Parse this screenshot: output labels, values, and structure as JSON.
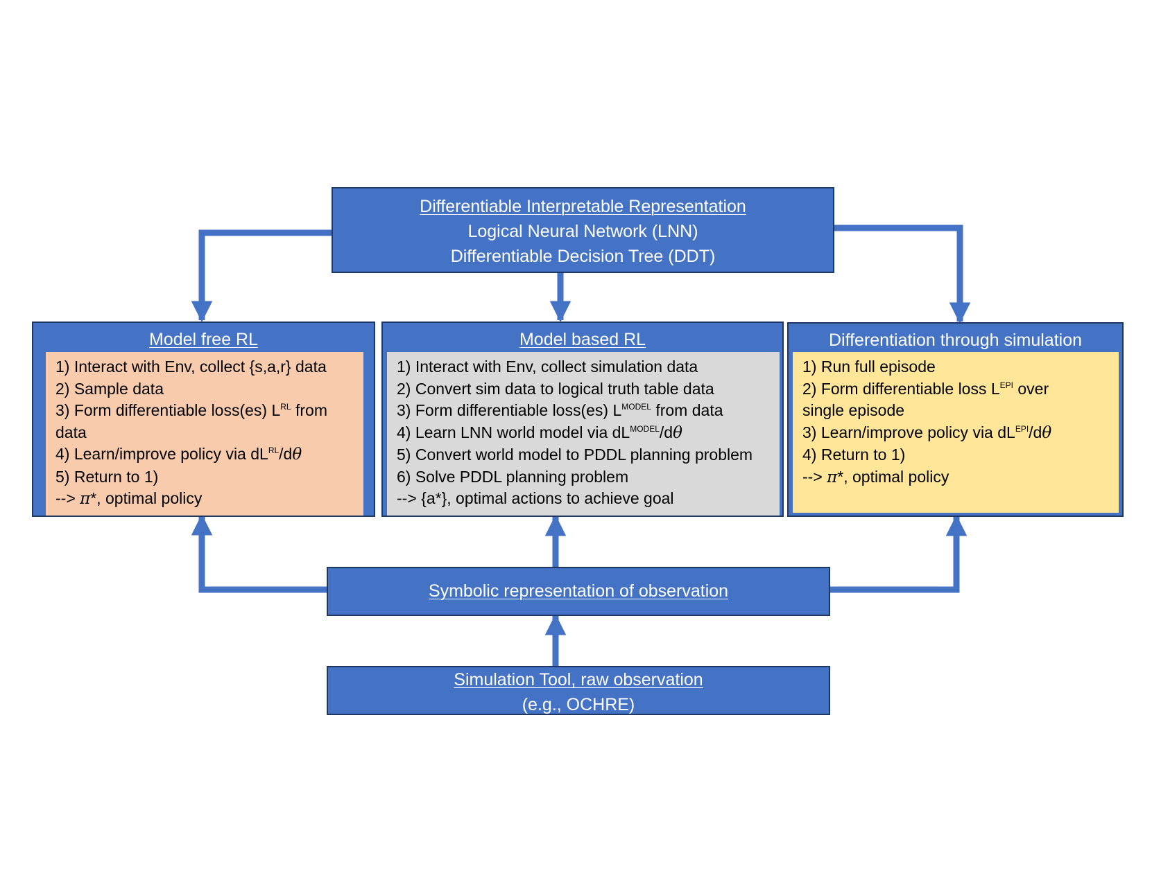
{
  "colors": {
    "box_fill": "#4472c4",
    "box_border": "#1f3763",
    "arrow": "#4472c4",
    "model_free_fill": "#f8cbad",
    "model_based_fill": "#d9d9d9",
    "diff_sim_fill": "#ffe699"
  },
  "top_box": {
    "title": "Differentiable Interpretable Representation",
    "line2": "Logical Neural Network (LNN)",
    "line3": "Differentiable Decision Tree (DDT)"
  },
  "model_free": {
    "title": "Model free RL",
    "steps": [
      {
        "pre": "1) Interact with Env, collect {s,a,r} data"
      },
      {
        "pre": "2) Sample data"
      },
      {
        "pre": "3) Form differentiable loss(es) L",
        "sup": "RL",
        "post": " from"
      },
      {
        "pre": "data"
      },
      {
        "pre": "4) Learn/improve policy via dL",
        "sup": "RL",
        "post": "/d",
        "sym": "θ"
      },
      {
        "pre": "5) Return to 1)"
      },
      {
        "pre": "--> ",
        "sym": "π",
        "post": "*, optimal policy"
      }
    ]
  },
  "model_based": {
    "title": "Model based RL",
    "steps": [
      {
        "pre": "1) Interact with Env, collect simulation data"
      },
      {
        "pre": "2) Convert sim data to logical truth table data"
      },
      {
        "pre": "3) Form differentiable loss(es) L",
        "sup": "MODEL",
        "post": " from data"
      },
      {
        "pre": "4) Learn LNN world model via dL",
        "sup": "MODEL",
        "post": "/d",
        "sym": "θ"
      },
      {
        "pre": "5) Convert world model to PDDL planning problem"
      },
      {
        "pre": "6) Solve PDDL planning problem"
      },
      {
        "pre": "--> {a*}, optimal actions to achieve goal"
      }
    ]
  },
  "diff_sim": {
    "title": "Differentiation through simulation",
    "steps": [
      {
        "pre": "1) Run full episode"
      },
      {
        "pre": "2) Form differentiable loss L",
        "sup": "EPI",
        "post": " over"
      },
      {
        "pre": "single episode"
      },
      {
        "pre": "3) Learn/improve policy via dL",
        "sup": "EPI",
        "post": "/d",
        "sym": "θ"
      },
      {
        "pre": "4) Return to 1)"
      },
      {
        "pre": "--> ",
        "sym": "π",
        "post": "*, optimal policy"
      }
    ]
  },
  "symbolic_box": {
    "title": "Symbolic representation of observation"
  },
  "simulation_box": {
    "title": "Simulation Tool, raw observation",
    "subtitle": "(e.g., OCHRE)"
  }
}
